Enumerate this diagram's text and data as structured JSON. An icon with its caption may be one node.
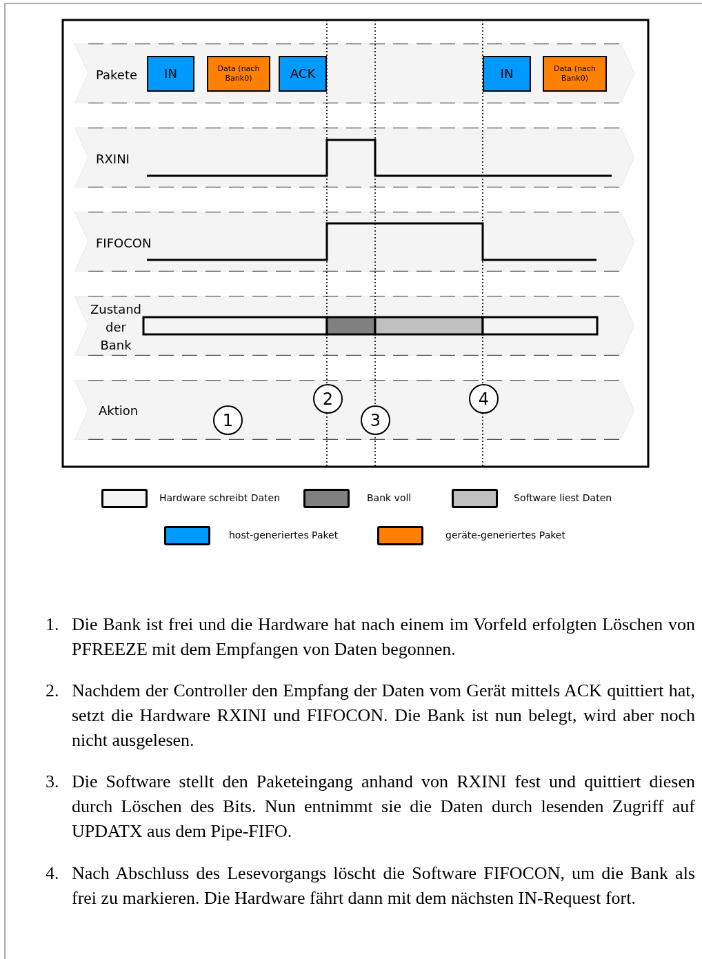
{
  "diagram": {
    "nodes": [
      {
        "text": [
          "Pakete"
        ]
      },
      {
        "text": [
          "IN"
        ],
        "in": 0
      },
      {
        "text": [
          "Data (nach Bank0)"
        ],
        "in": 0
      },
      {
        "text": [
          "ACK"
        ],
        "in": 0
      },
      {
        "text": [
          "IN"
        ],
        "in": 0
      },
      {
        "text": [
          "Data (nach Bank0)"
        ],
        "in": 0
      },
      {
        "text": [
          "RXINI"
        ]
      },
      {
        "text": [
          "FIFOCON"
        ]
      },
      {
        "text": [
          "Zustand der Bank"
        ]
      },
      {
        "text": [
          "Aktion"
        ]
      },
      {
        "text": [
          "1"
        ],
        "in": 9
      },
      {
        "text": [
          "2"
        ],
        "in": 9
      },
      {
        "text": [
          "3"
        ],
        "in": 9
      },
      {
        "text": [
          "4"
        ],
        "in": 9
      }
    ],
    "edges": [],
    "labels": [
      "1.",
      "Die Bank ist frei und die Hardware hat nach einem im Vorfeld erfolgten Löschen von PFREEZE mit dem Empfangen von Daten begonnen.",
      "2.",
      "Nachdem der Controller den Empfang der Daten vom Gerät mittels ACK quittiert hat, setzt die Hardware RXINI und FIFOCON. Die Bank ist nun belegt, wird aber noch nicht ausgelesen.",
      "3.",
      "Die Software stellt den Paketeingang anhand von RXINI fest und quittiert diesen durch Löschen des Bits. Nun entnimmt sie die Daten durch lesenden Zugriff auf UPDATX aus dem Pipe-FIFO.",
      "4.",
      "Nach Abschluss des Lesevorgangs löscht die Software FIFOCON, um die Bank als frei zu markieren. Die Hardware fährt dann mit dem nächsten IN-Request fort."
    ],
    "legend": [
      {
        "text": "Hardware schreibt Daten",
        "color": "#f4f4f4"
      },
      {
        "text": "Bank voll",
        "color": "#808080"
      },
      {
        "text": "Software liest Daten",
        "color": "#c0c0c0"
      },
      {
        "text": "host-generiertes Paket",
        "color": "#0099ff"
      },
      {
        "text": "geräte-generiertes Paket",
        "color": "#ff8000"
      }
    ]
  }
}
